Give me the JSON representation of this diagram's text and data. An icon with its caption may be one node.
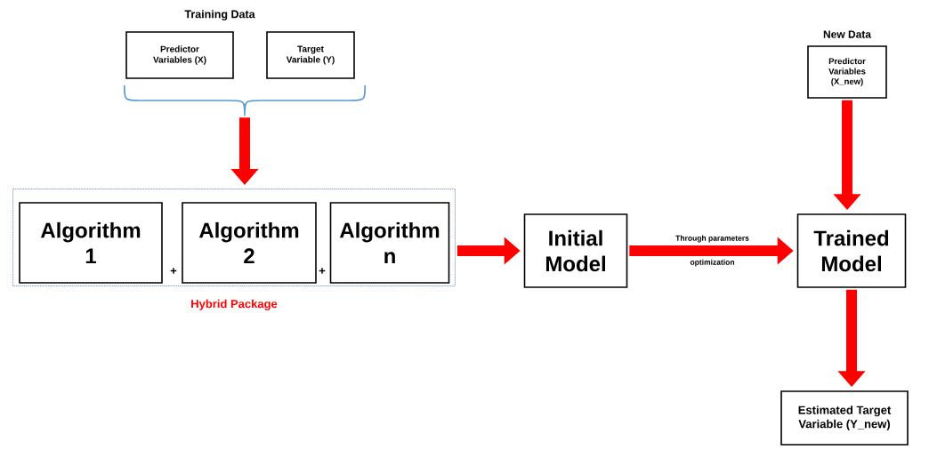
{
  "diagram": {
    "nodes": [
      {
        "text": [
          "Predictor Variables (X)"
        ]
      },
      {
        "text": [
          "Target Variable (Y)"
        ]
      },
      {
        "text": [],
        "shape": "bracket"
      },
      {
        "text": [
          "Hybrid Package"
        ]
      },
      {
        "text": [
          "Algorithm 1"
        ],
        "in": 3
      },
      {
        "text": [
          "Algorithm 2"
        ],
        "in": 3
      },
      {
        "text": [
          "Algorithm n"
        ],
        "in": 3
      },
      {
        "text": [
          "Initial Model"
        ]
      },
      {
        "text": [
          "New Data",
          "Predictor Variables (X_new)"
        ]
      },
      {
        "text": [
          "Trained Model"
        ]
      },
      {
        "text": [
          "Estimated Target Variable (Y_new)"
        ]
      }
    ],
    "edges": [
      {
        "from": 2,
        "to": 3,
        "arrow": "to"
      },
      {
        "from": 3,
        "to": 7,
        "arrow": "to"
      },
      {
        "from": 7,
        "to": 9,
        "arrow": "to",
        "label": "Through parameters optimization"
      },
      {
        "from": 8,
        "to": 9,
        "arrow": "to"
      },
      {
        "from": 9,
        "to": 10,
        "arrow": "to"
      }
    ],
    "labels": [
      "Training Data",
      "+",
      "+"
    ]
  }
}
